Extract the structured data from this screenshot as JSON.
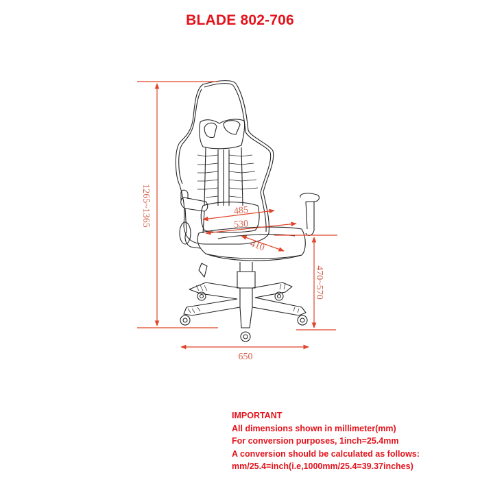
{
  "title": "BLADE 802-706",
  "colors": {
    "title": "#e3121b",
    "dimension_line": "#e0442a",
    "dimension_text": "#d5604a",
    "drawing_line": "#222222",
    "background": "#ffffff"
  },
  "diagram": {
    "subject": "Gaming office chair, front view line drawing",
    "units": "mm",
    "dimensions": {
      "total_height": "1265~1365",
      "seat_height": "470~570",
      "base_width": "650",
      "backrest_width": "485",
      "seat_width": "530",
      "seat_depth": "410"
    }
  },
  "notes": {
    "heading": "IMPORTANT",
    "lines": [
      "All dimensions shown in millimeter(mm)",
      "For conversion purposes, 1inch=25.4mm",
      "A conversion should be calculated as follows:",
      "mm/25.4=inch(i.e,1000mm/25.4=39.37inches)"
    ]
  }
}
